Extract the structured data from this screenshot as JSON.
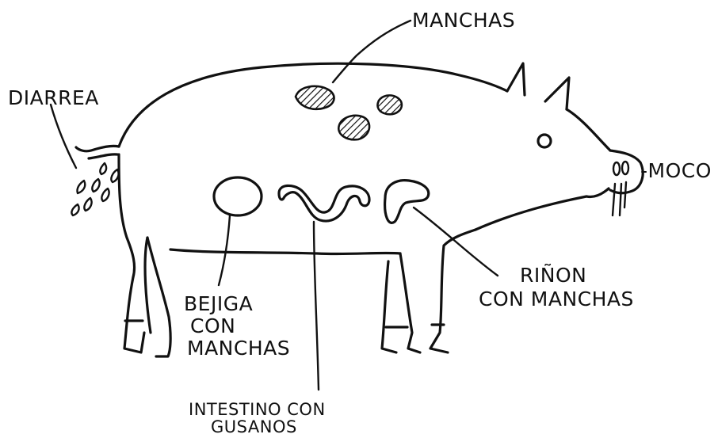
{
  "labels": {
    "diarrea": "DIARREA",
    "manchas": "MANCHAS",
    "moco": "-MOCO",
    "rinon_line1": "RIÑON",
    "rinon_line2": "CON MANCHAS",
    "bejiga_line1": "BEJIGA",
    "bejiga_line2": "CON",
    "bejiga_line3": "MANCHAS",
    "intestino_line1": "INTESTINO CON",
    "intestino_line2": "GUSANOS"
  }
}
